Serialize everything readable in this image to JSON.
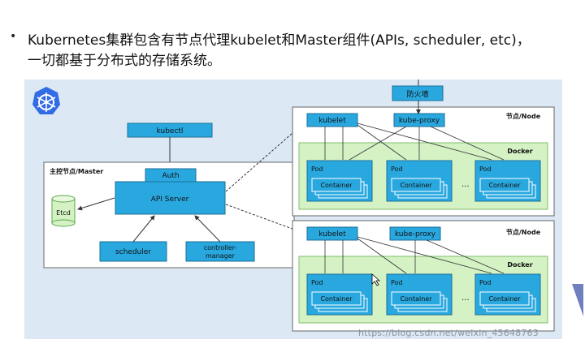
{
  "bullet_text": {
    "line1": "Kubernetes集群包含有节点代理kubelet和Master组件(APIs, scheduler, etc)，",
    "line2": "一切都基于分布式的存储系统。"
  },
  "diagram": {
    "firewall": "防火墙",
    "kubectl": "kubectl",
    "master_label": "主控节点/Master",
    "auth": "Auth",
    "api_server": "API Server",
    "etcd": "Etcd",
    "scheduler": "scheduler",
    "controller_line1": "controller-",
    "controller_line2": "manager",
    "node1": {
      "label": "节点/Node",
      "kubelet": "kubelet",
      "kube_proxy": "kube-proxy",
      "docker": "Docker",
      "pods": [
        {
          "pod": "Pod",
          "container": "Container"
        },
        {
          "pod": "Pod",
          "container": "Container"
        },
        {
          "pod": "Pod",
          "container": "Container"
        }
      ],
      "ellipsis": "..."
    },
    "node2": {
      "label": "节点/Node",
      "kubelet": "kubelet",
      "kube_proxy": "kube-proxy",
      "docker": "Docker",
      "pods": [
        {
          "pod": "Pod",
          "container": "Container"
        },
        {
          "pod": "Pod",
          "container": "Container"
        },
        {
          "pod": "Pod",
          "container": "Container"
        }
      ],
      "ellipsis": "..."
    }
  },
  "watermark": "https://blog.csdn.net/weixin_45648763",
  "colors": {
    "panel": "#dce9f5",
    "blue_box": "#29a8e0",
    "docker_green": "#d4f2c4",
    "logo": "#326ce5"
  }
}
